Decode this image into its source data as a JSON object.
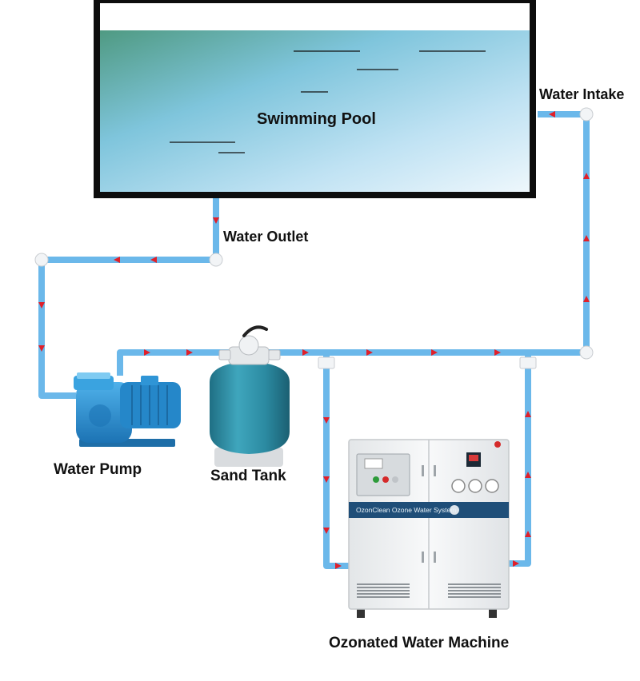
{
  "labels": {
    "pool": "Swimming Pool",
    "intake": "Water Intake",
    "outlet": "Water Outlet",
    "pump": "Water Pump",
    "sand_tank": "Sand Tank",
    "machine": "Ozonated Water Machine"
  },
  "machine_banner": {
    "text": "OzonClean Ozone Water System"
  },
  "colors": {
    "pipe": "#6bb8ea",
    "arrow": "#e0202a",
    "pool_frame": "#0d0d0d",
    "pool_water_deep": "#5a9e88",
    "pool_water_light": "#e8f4fb",
    "pump_body": "#2b8fd0",
    "tank_body": "#2d8fa6",
    "machine_body": "#f1f3f4",
    "machine_banner": "#1f4e78"
  },
  "icons": {
    "pool": "swimming-pool-illustration",
    "pump": "water-pump-illustration",
    "sand_tank": "sand-filter-tank-illustration",
    "machine": "ozone-generator-cabinet-illustration"
  }
}
